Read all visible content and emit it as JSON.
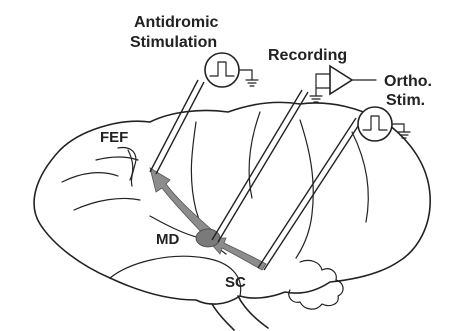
{
  "labels": {
    "antidromic_line1": "Antidromic",
    "antidromic_line2": "Stimulation",
    "recording": "Recording",
    "ortho_line1": "Ortho.",
    "ortho_line2": "Stim.",
    "fef": "FEF",
    "md": "MD",
    "sc": "SC"
  },
  "colors": {
    "outline": "#222222",
    "pathway": "#8c8c8c",
    "nucleus": "#7a7a7a"
  },
  "icons": {
    "antidromic_stimulator": "square-pulse-stimulator-icon",
    "recording_amplifier": "amplifier-triangle-icon",
    "ortho_stimulator": "square-pulse-stimulator-icon",
    "ground": "ground-icon"
  }
}
